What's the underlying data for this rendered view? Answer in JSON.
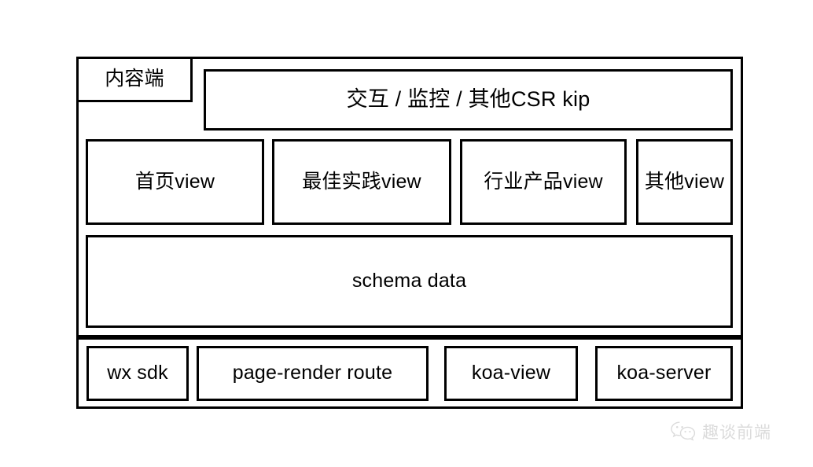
{
  "diagram": {
    "tier_tag": "内容端",
    "banner": "交互 / 监控 / 其他CSR kip",
    "views": [
      {
        "label": "首页view"
      },
      {
        "label": "最佳实践view"
      },
      {
        "label": "行业产品view"
      },
      {
        "label": "其他view"
      }
    ],
    "schema": "schema data",
    "services": [
      {
        "label": "wx sdk"
      },
      {
        "label": "page-render route"
      },
      {
        "label": "koa-view"
      },
      {
        "label": "koa-server"
      }
    ]
  },
  "watermark": {
    "icon": "wechat-logo-icon",
    "text": "趣谈前端",
    "color": "#8a8a8a"
  },
  "style": {
    "background": "#ffffff",
    "stroke": "#000000",
    "fill": "#ffffff"
  }
}
